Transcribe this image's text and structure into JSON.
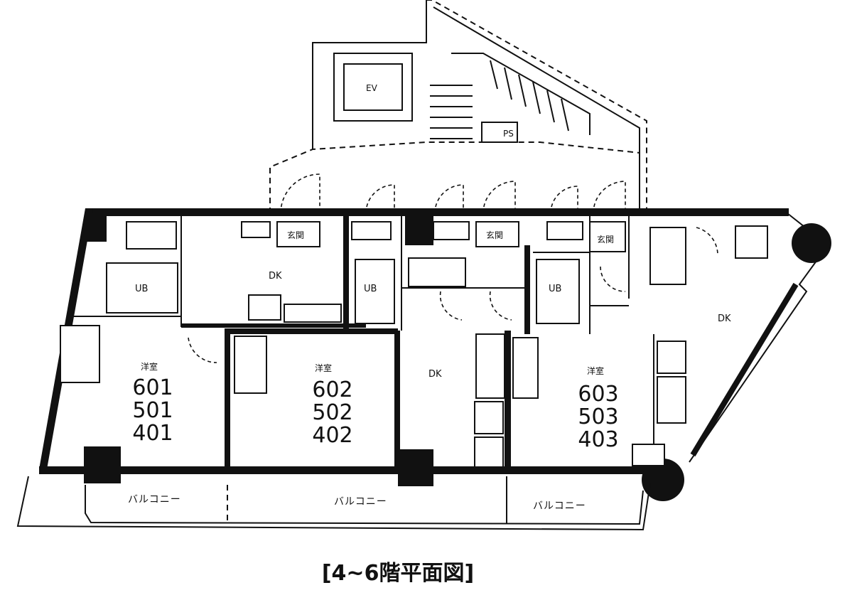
{
  "caption": "[4~6階平面図]",
  "units": [
    {
      "room": "洋室",
      "numbers": [
        "601",
        "501",
        "401"
      ]
    },
    {
      "room": "洋室",
      "numbers": [
        "602",
        "502",
        "402"
      ]
    },
    {
      "room": "洋室",
      "numbers": [
        "603",
        "503",
        "403"
      ]
    }
  ],
  "rooms": {
    "dk_a": "DK",
    "dk_b": "DK",
    "dk_c": "DK",
    "ub_a": "UB",
    "ub_b": "UB",
    "ub_c": "UB",
    "genkan_a": "玄関",
    "genkan_b": "玄関",
    "genkan_c": "玄関",
    "ev": "EV",
    "ps": "PS"
  },
  "balconies": [
    "バルコニー",
    "バルコニー",
    "バルコニー"
  ]
}
